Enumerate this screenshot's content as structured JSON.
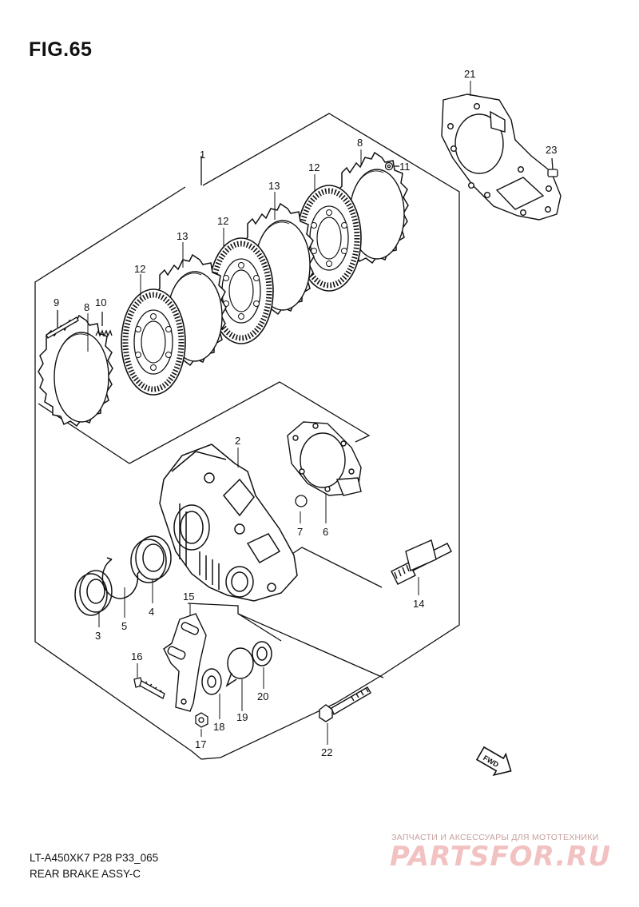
{
  "figure": {
    "title": "FIG.65",
    "model_code": "LT-A450XK7 P28 P33_065",
    "assembly_name": "REAR BRAKE ASSY-C"
  },
  "parts": [
    {
      "key": "p1",
      "number": "1"
    },
    {
      "key": "p2",
      "number": "2"
    },
    {
      "key": "p3",
      "number": "3"
    },
    {
      "key": "p4",
      "number": "4"
    },
    {
      "key": "p5",
      "number": "5"
    },
    {
      "key": "p6",
      "number": "6"
    },
    {
      "key": "p7",
      "number": "7"
    },
    {
      "key": "p8a",
      "number": "8"
    },
    {
      "key": "p8b",
      "number": "8"
    },
    {
      "key": "p9",
      "number": "9"
    },
    {
      "key": "p10",
      "number": "10"
    },
    {
      "key": "p11",
      "number": "11"
    },
    {
      "key": "p12a",
      "number": "12"
    },
    {
      "key": "p12b",
      "number": "12"
    },
    {
      "key": "p12c",
      "number": "12"
    },
    {
      "key": "p13a",
      "number": "13"
    },
    {
      "key": "p13b",
      "number": "13"
    },
    {
      "key": "p14",
      "number": "14"
    },
    {
      "key": "p15",
      "number": "15"
    },
    {
      "key": "p16",
      "number": "16"
    },
    {
      "key": "p17",
      "number": "17"
    },
    {
      "key": "p18",
      "number": "18"
    },
    {
      "key": "p19",
      "number": "19"
    },
    {
      "key": "p20",
      "number": "20"
    },
    {
      "key": "p21",
      "number": "21"
    },
    {
      "key": "p22",
      "number": "22"
    },
    {
      "key": "p23",
      "number": "23"
    }
  ],
  "direction_marker": {
    "text": "FWD"
  },
  "watermark": {
    "caption": "ЗАПЧАСТИ И АКСЕССУАРЫ ДЛЯ МОТОТЕХНИКИ",
    "logo_text": "PARTSFOR.RU",
    "color": "#e06060"
  },
  "colors": {
    "line": "#111111",
    "background": "#ffffff"
  }
}
